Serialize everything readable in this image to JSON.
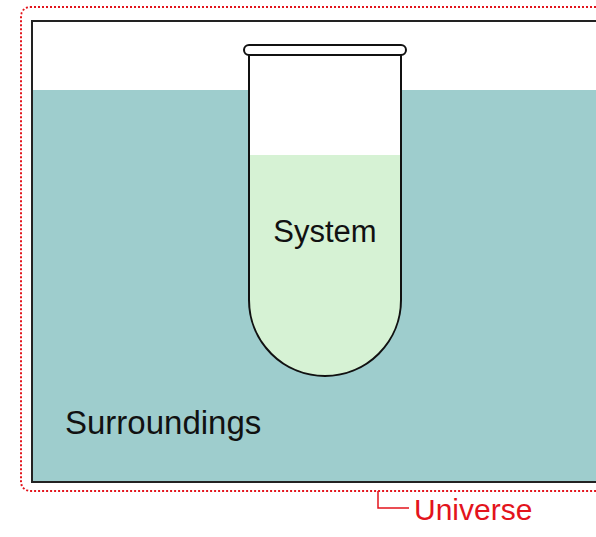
{
  "diagram": {
    "nodes": [
      {
        "text": [
          "Universe"
        ]
      },
      {
        "text": [
          "Surroundings"
        ],
        "in": 0
      },
      {
        "text": [
          "System"
        ],
        "in": 1
      }
    ]
  }
}
